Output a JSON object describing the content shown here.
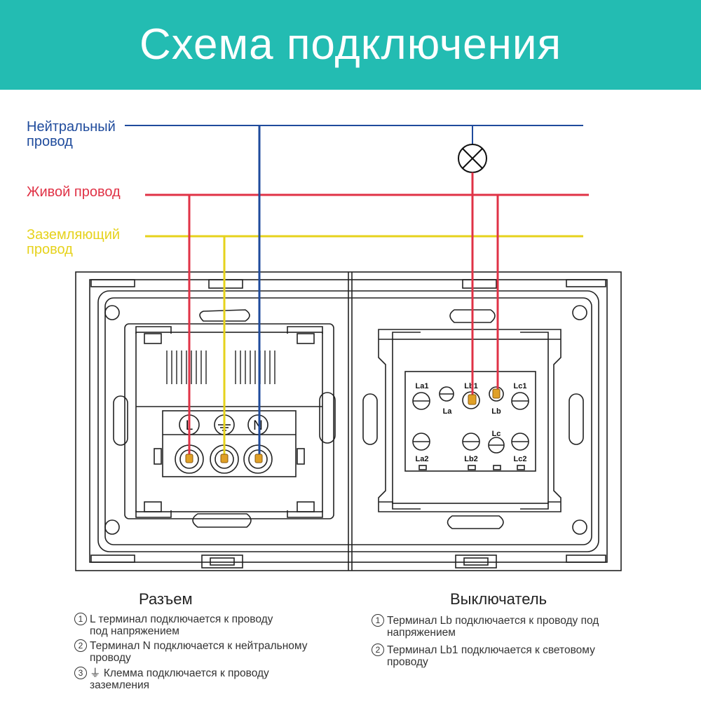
{
  "header": {
    "title": "Схема подключения",
    "bg_color": "#23bcb2"
  },
  "wires": {
    "neutral": {
      "label_line1": "Нейтральный",
      "label_line2": "провод",
      "color": "#1f4b9c"
    },
    "live": {
      "label": "Живой провод",
      "color": "#e03246"
    },
    "ground": {
      "label_line1": "Заземляющий",
      "label_line2": "провод",
      "color": "#e6d21c"
    }
  },
  "socket_terminals": {
    "l": "L",
    "n": "N"
  },
  "switch_terminals": {
    "la1": "La1",
    "la": "La",
    "lb1": "Lb1",
    "lb": "Lb",
    "lc1": "Lc1",
    "lc": "Lc",
    "la2": "La2",
    "lb2": "Lb2",
    "lc2": "Lc2"
  },
  "socket_section": {
    "title": "Разъем",
    "notes": [
      {
        "num": "1",
        "line1": "L терминал подключается к проводу",
        "line2": "под напряжением"
      },
      {
        "num": "2",
        "line1": "Терминал N подключается к нейтральному",
        "line2": "проводу"
      },
      {
        "num": "3",
        "symbol": "⏚",
        "line1": "Клемма подключается к проводу",
        "line2": "заземления"
      }
    ]
  },
  "switch_section": {
    "title": "Выключатель",
    "notes": [
      {
        "num": "1",
        "line1": "Терминал Lb подключается к проводу под",
        "line2": "напряжением"
      },
      {
        "num": "2",
        "line1": "Терминал Lb1 подключается к световому",
        "line2": "проводу"
      }
    ]
  }
}
